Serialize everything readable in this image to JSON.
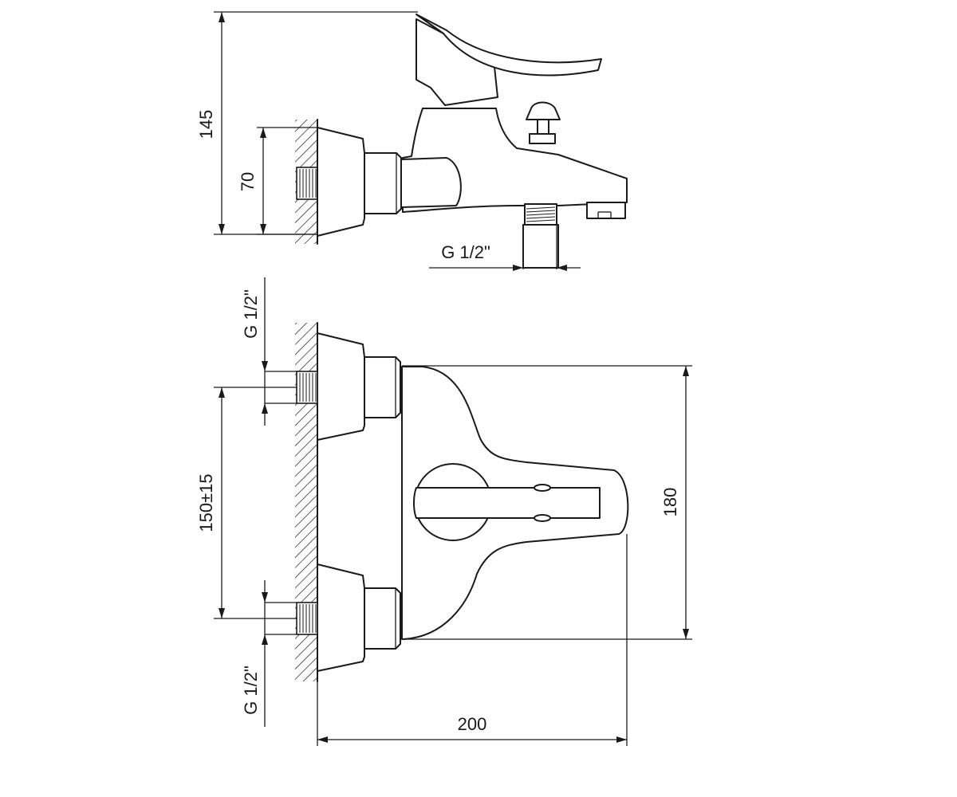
{
  "dimensions": {
    "overall_height": "145",
    "wall_flange_height": "70",
    "spout_thread": "G 1/2\"",
    "top_inlet_thread": "G 1/2\"",
    "bottom_inlet_thread": "G 1/2\"",
    "inlet_spacing": "150±15",
    "body_height": "180",
    "projection_depth": "200"
  }
}
